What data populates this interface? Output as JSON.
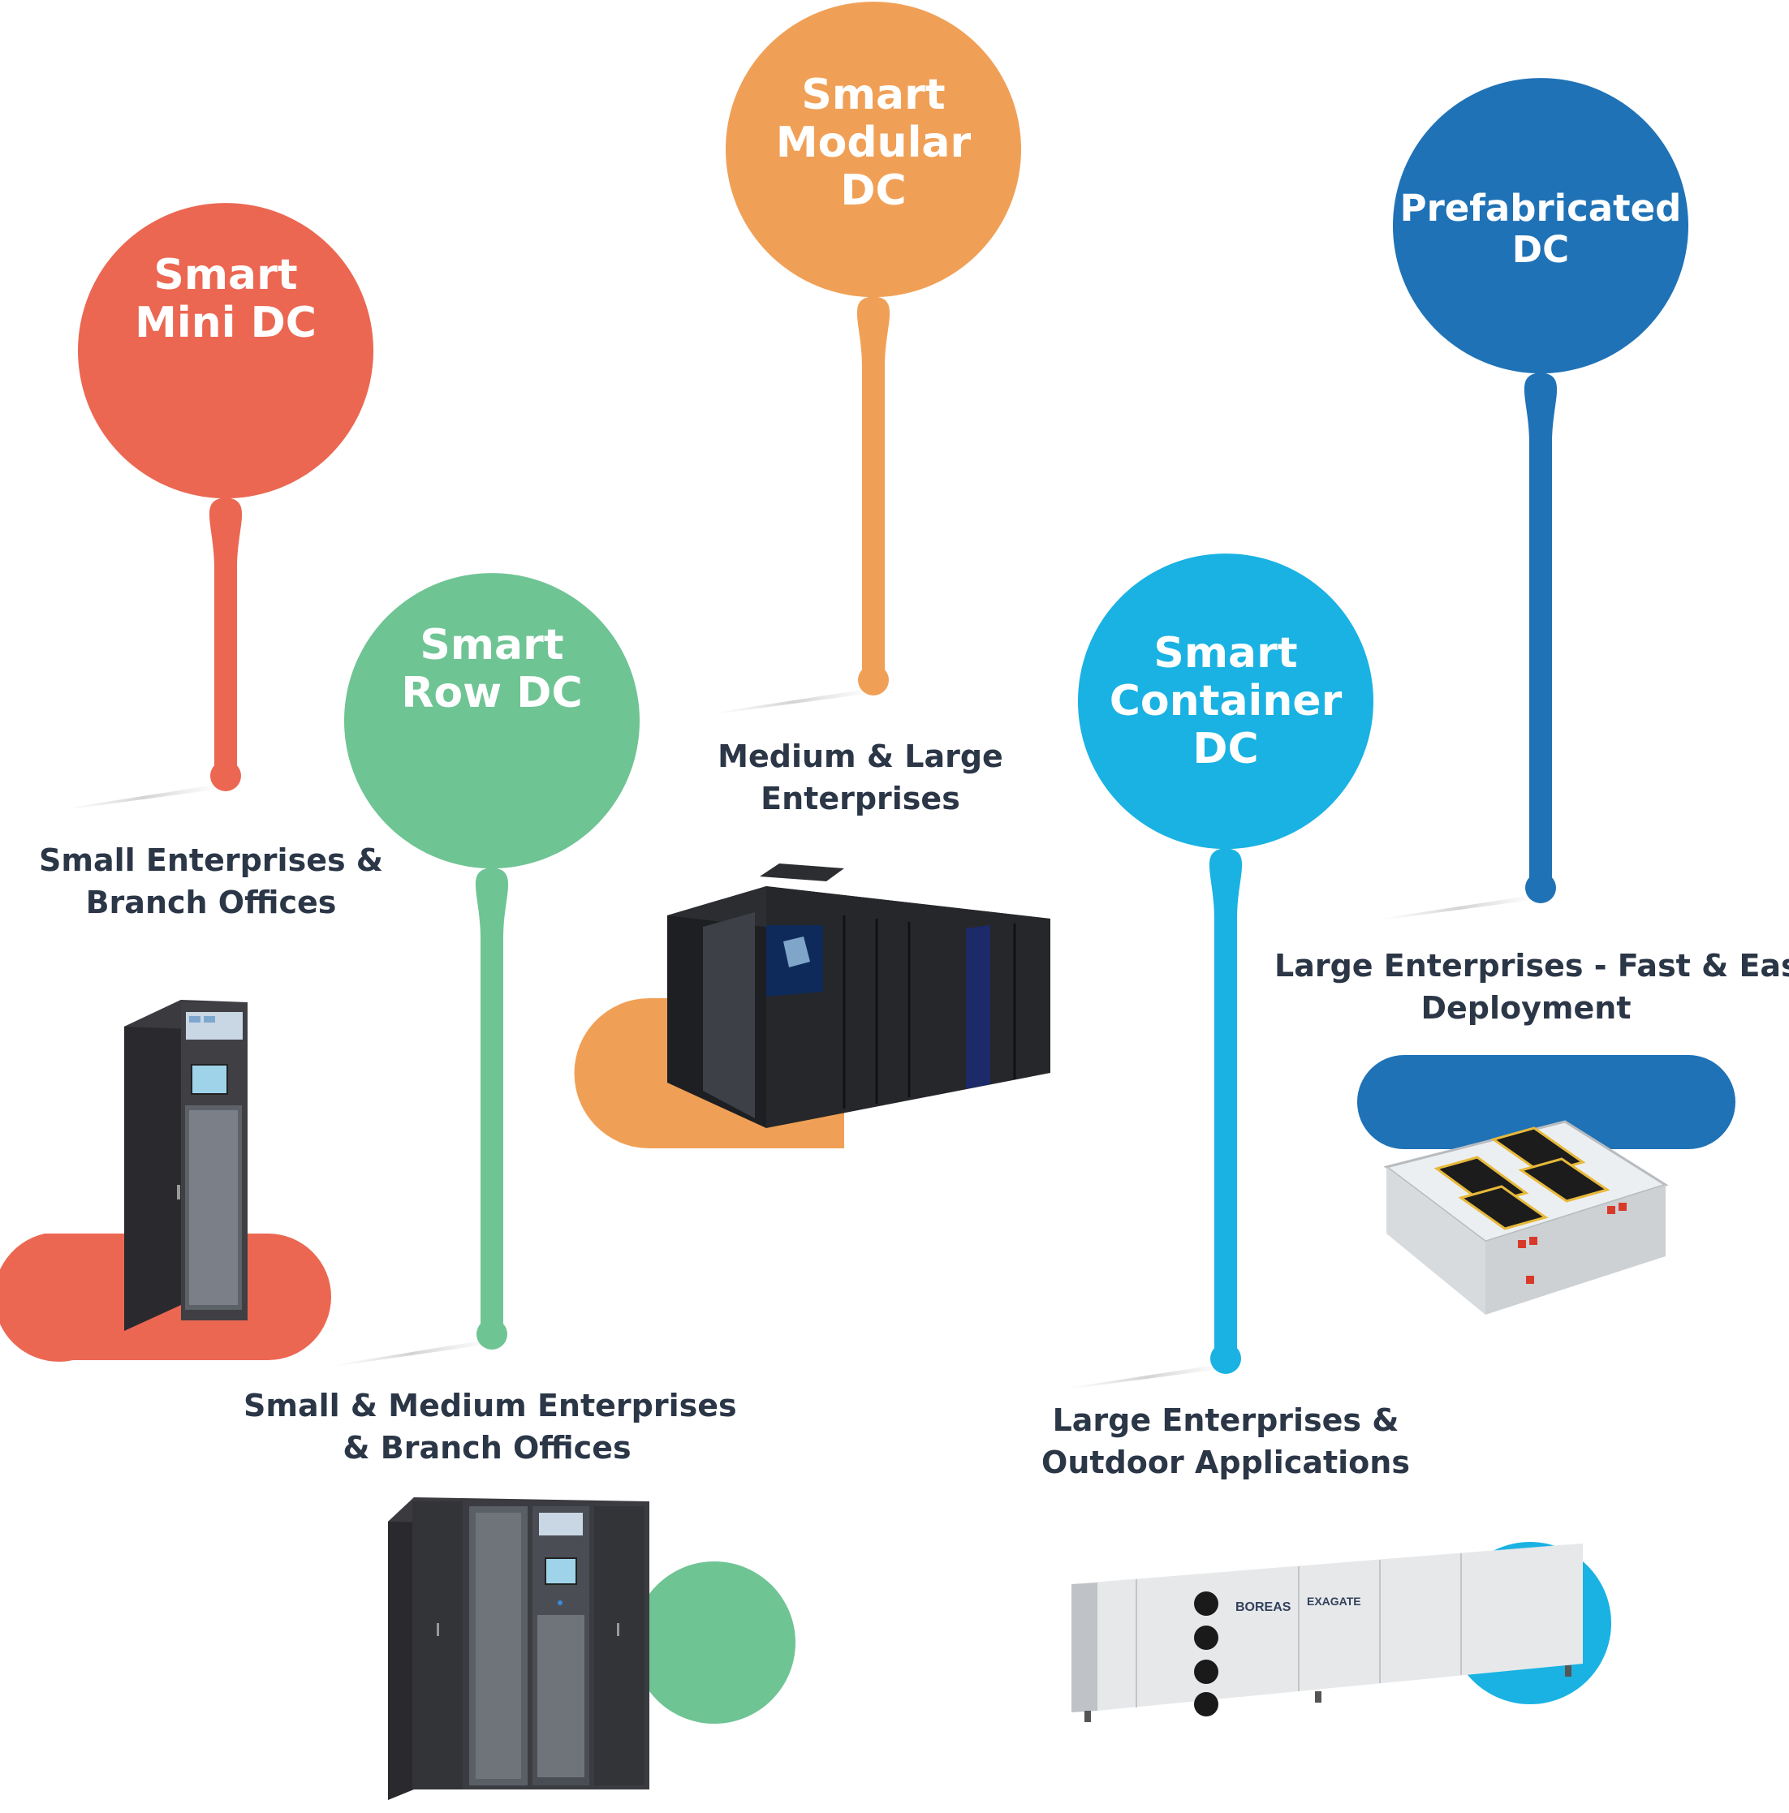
{
  "colors": {
    "mini": "#eb6752",
    "row": "#6fc494",
    "modular": "#f0a056",
    "container": "#19b2e3",
    "prefab": "#1f72b6",
    "caption_text": "#2b3647"
  },
  "pins": [
    {
      "id": "mini",
      "title_lines": [
        "Smart",
        "Mini DC"
      ],
      "caption_lines": [
        "Small Enterprises &",
        "Branch Offices"
      ]
    },
    {
      "id": "row",
      "title_lines": [
        "Smart",
        "Row DC"
      ],
      "caption_lines": [
        "Small & Medium Enterprises",
        "& Branch Offices"
      ]
    },
    {
      "id": "modular",
      "title_lines": [
        "Smart",
        "Modular",
        "DC"
      ],
      "caption_lines": [
        "Medium & Large",
        "Enterprises"
      ]
    },
    {
      "id": "container",
      "title_lines": [
        "Smart",
        "Container",
        "DC"
      ],
      "caption_lines": [
        "Large Enterprises &",
        "Outdoor Applications"
      ]
    },
    {
      "id": "prefab",
      "title_lines": [
        "Prefabricated",
        "DC"
      ],
      "caption_lines": [
        "Large Enterprises - Fast & Easy",
        "Deployment"
      ]
    }
  ],
  "container_branding": [
    "BOREAS",
    "EXAGATE"
  ]
}
